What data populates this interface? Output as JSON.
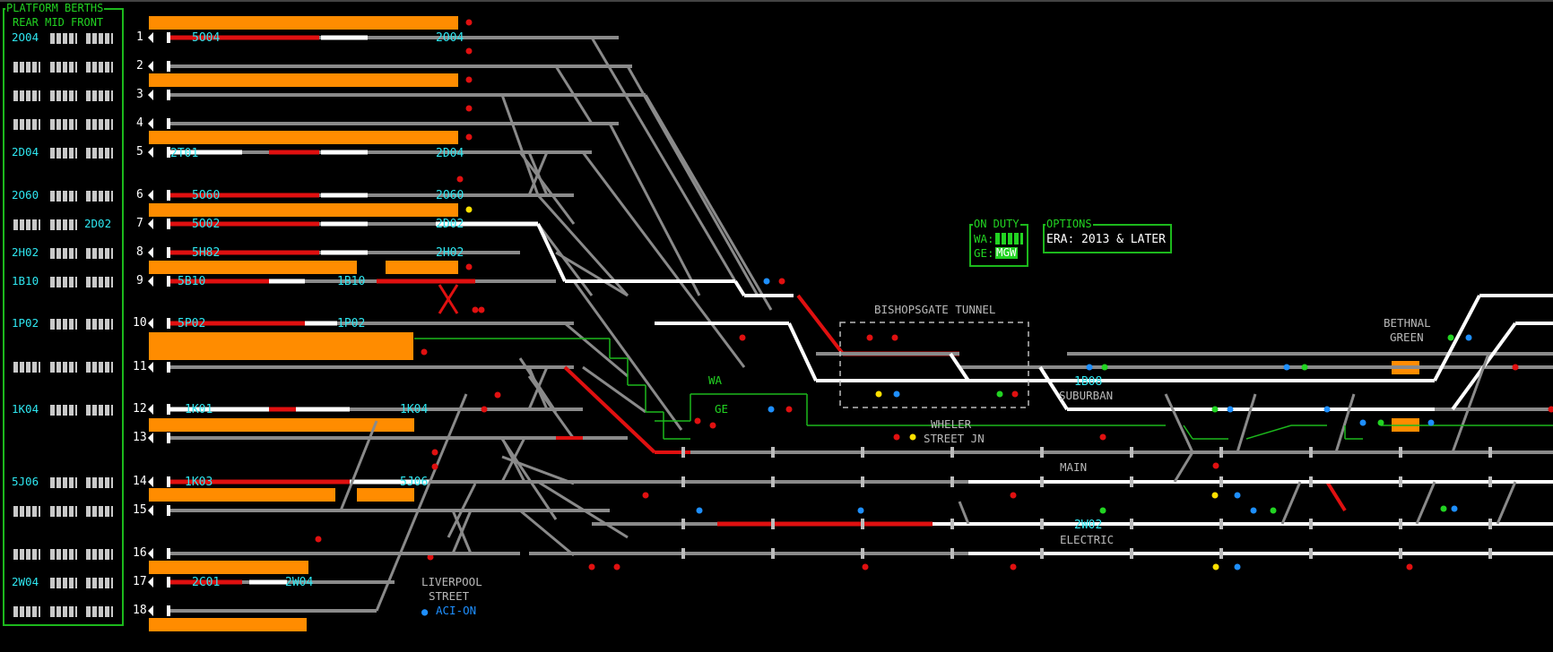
{
  "berths_panel": {
    "title": "PLATFORM BERTHS",
    "subtitle": "REAR MID FRONT",
    "rows": [
      {
        "label": "2O04",
        "front": ""
      },
      {
        "label": "",
        "front": ""
      },
      {
        "label": "",
        "front": ""
      },
      {
        "label": "",
        "front": ""
      },
      {
        "label": "2D04",
        "front": ""
      },
      {
        "label": "2O60",
        "front": ""
      },
      {
        "label": "",
        "front": "2D02"
      },
      {
        "label": "2H02",
        "front": ""
      },
      {
        "label": "1B10",
        "front": ""
      },
      {
        "label": "1P02",
        "front": ""
      },
      {
        "label": "",
        "front": ""
      },
      {
        "label": "1K04",
        "front": ""
      },
      {
        "label": "5J06",
        "front": ""
      },
      {
        "label": "",
        "front": ""
      },
      {
        "label": "",
        "front": ""
      },
      {
        "label": "2W04",
        "front": ""
      },
      {
        "label": "",
        "front": ""
      }
    ]
  },
  "platforms": [
    "1",
    "2",
    "3",
    "4",
    "5",
    "6",
    "7",
    "8",
    "9",
    "10",
    "11",
    "12",
    "13",
    "14",
    "15",
    "16",
    "17",
    "18"
  ],
  "descriptions": {
    "p1_rear": "5O04",
    "p1_front": "2O04",
    "p5_rear": "2T01",
    "p5_front": "2D04",
    "p6_rear": "5O60",
    "p6_front": "2O60",
    "p7_rear": "5O02",
    "p7_front": "2D02",
    "p8_rear": "5H82",
    "p8_front": "2H02",
    "p9_rear": "5B10",
    "p9_front": "1B10",
    "p10_rear": "5P02",
    "p10_front": "1P02",
    "p12_rear": "1K01",
    "p12_front": "1K04",
    "p14_rear": "1K03",
    "p14_front": "5J06",
    "p17_rear": "2C01",
    "p17_front": "2W04",
    "b1b08": "1B08",
    "b2w02": "2W02"
  },
  "on_duty": {
    "title": "ON DUTY",
    "wa_label": "WA:",
    "ge_label": "GE:",
    "ge_value": "MGW"
  },
  "options": {
    "title": "OPTIONS",
    "era_label": "ERA:",
    "era_value": "2013 & LATER"
  },
  "labels": {
    "bishopsgate": "BISHOPSGATE TUNNEL",
    "bethnal1": "BETHNAL",
    "bethnal2": "GREEN",
    "suburban": "SUBURBAN",
    "wheler1": "WHELER",
    "wheler2": "STREET JN",
    "main": "MAIN",
    "electric": "ELECTRIC",
    "liverpool1": "LIVERPOOL",
    "liverpool2": "STREET",
    "aci": "ACI-ON",
    "wa": "WA",
    "ge": "GE"
  },
  "colors": {
    "track": "#8a8a8a",
    "route": "#ffffff",
    "occupied": "#e01010",
    "platform": "#ff8c00",
    "berth_text": "#2ee6f0",
    "panel_green": "#1cb81c"
  }
}
